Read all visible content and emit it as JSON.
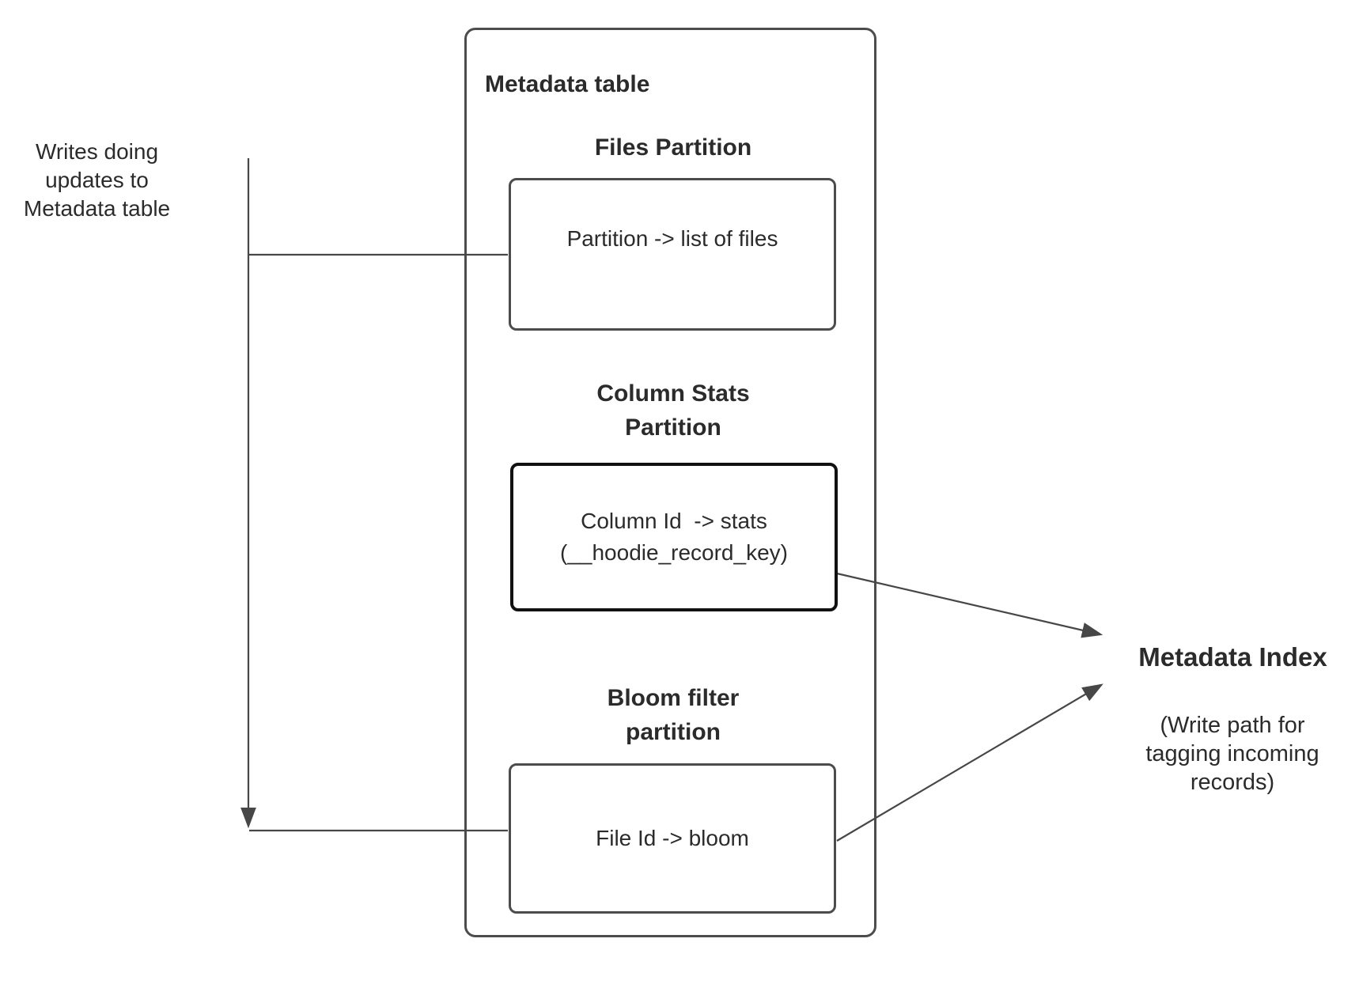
{
  "colors": {
    "background": "#ffffff",
    "stroke_gray": "#4c4c4c",
    "stroke_dark": "#111111",
    "connector": "#474747",
    "text": "#2b2b2b"
  },
  "writes_note": {
    "lines": [
      "Writes doing",
      "updates to",
      "Metadata table"
    ]
  },
  "metadata_table": {
    "title": "Metadata table",
    "files_partition": {
      "heading_lines": [
        "Files Partition"
      ],
      "mapping": "Partition -> list of files"
    },
    "column_stats_partition": {
      "heading_lines": [
        "Column Stats",
        "Partition"
      ],
      "mapping_lines": [
        "Column Id  -> stats",
        "(__hoodie_record_key)"
      ]
    },
    "bloom_filter_partition": {
      "heading_lines": [
        "Bloom filter",
        "partition"
      ],
      "mapping": "File Id -> bloom"
    }
  },
  "metadata_index": {
    "title": "Metadata Index",
    "subtitle_lines": [
      "(Write path for",
      "tagging incoming",
      "records)"
    ]
  }
}
